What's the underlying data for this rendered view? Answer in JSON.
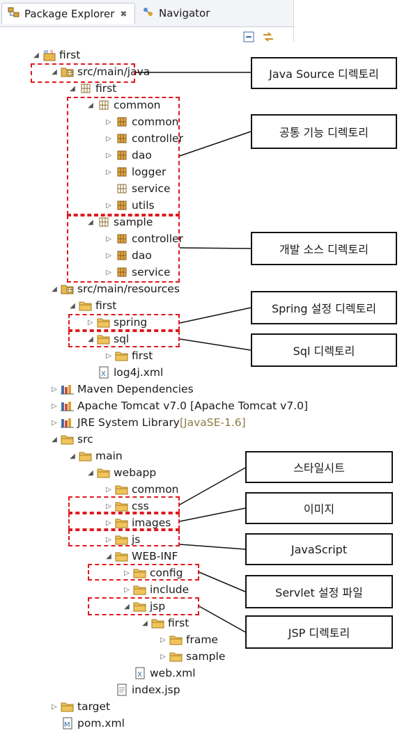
{
  "tabs": [
    {
      "label": "Package Explorer",
      "close": "✖",
      "icon": "package-explorer-icon"
    },
    {
      "label": "Navigator",
      "icon": "navigator-icon"
    }
  ],
  "tree": [
    {
      "label": "first",
      "suffix": "",
      "indent": 0,
      "arrow": "open",
      "icon": "project"
    },
    {
      "label": "src/main/java",
      "suffix": "",
      "indent": 1,
      "arrow": "open",
      "icon": "srcfolder"
    },
    {
      "label": "first",
      "suffix": "",
      "indent": 2,
      "arrow": "open",
      "icon": "package"
    },
    {
      "label": "common",
      "suffix": "",
      "indent": 3,
      "arrow": "open",
      "icon": "package"
    },
    {
      "label": "common",
      "suffix": "",
      "indent": 4,
      "arrow": "closed",
      "icon": "package-full"
    },
    {
      "label": "controller",
      "suffix": "",
      "indent": 4,
      "arrow": "closed",
      "icon": "package-full"
    },
    {
      "label": "dao",
      "suffix": "",
      "indent": 4,
      "arrow": "closed",
      "icon": "package-full"
    },
    {
      "label": "logger",
      "suffix": "",
      "indent": 4,
      "arrow": "closed",
      "icon": "package-full"
    },
    {
      "label": "service",
      "suffix": "",
      "indent": 4,
      "arrow": "none",
      "icon": "package"
    },
    {
      "label": "utils",
      "suffix": "",
      "indent": 4,
      "arrow": "closed",
      "icon": "package-full"
    },
    {
      "label": "sample",
      "suffix": "",
      "indent": 3,
      "arrow": "open",
      "icon": "package"
    },
    {
      "label": "controller",
      "suffix": "",
      "indent": 4,
      "arrow": "closed",
      "icon": "package-full"
    },
    {
      "label": "dao",
      "suffix": "",
      "indent": 4,
      "arrow": "closed",
      "icon": "package-full"
    },
    {
      "label": "service",
      "suffix": "",
      "indent": 4,
      "arrow": "closed",
      "icon": "package-full"
    },
    {
      "label": "src/main/resources",
      "suffix": "",
      "indent": 1,
      "arrow": "open",
      "icon": "srcfolder"
    },
    {
      "label": "first",
      "suffix": "",
      "indent": 2,
      "arrow": "open",
      "icon": "folder"
    },
    {
      "label": "spring",
      "suffix": "",
      "indent": 3,
      "arrow": "closed",
      "icon": "folder"
    },
    {
      "label": "sql",
      "suffix": "",
      "indent": 3,
      "arrow": "open",
      "icon": "folder"
    },
    {
      "label": "first",
      "suffix": "",
      "indent": 4,
      "arrow": "closed",
      "icon": "folder"
    },
    {
      "label": "log4j.xml",
      "suffix": "",
      "indent": 3,
      "arrow": "none",
      "icon": "xml"
    },
    {
      "label": "Maven Dependencies",
      "suffix": "",
      "indent": 1,
      "arrow": "closed",
      "icon": "library"
    },
    {
      "label": "Apache Tomcat v7.0 [Apache Tomcat v7.0]",
      "suffix": "",
      "indent": 1,
      "arrow": "closed",
      "icon": "library"
    },
    {
      "label": "JRE System Library ",
      "suffix": "[JavaSE-1.6]",
      "indent": 1,
      "arrow": "closed",
      "icon": "library"
    },
    {
      "label": "src",
      "suffix": "",
      "indent": 1,
      "arrow": "open",
      "icon": "folder"
    },
    {
      "label": "main",
      "suffix": "",
      "indent": 2,
      "arrow": "open",
      "icon": "folder"
    },
    {
      "label": "webapp",
      "suffix": "",
      "indent": 3,
      "arrow": "open",
      "icon": "folder"
    },
    {
      "label": "common",
      "suffix": "",
      "indent": 4,
      "arrow": "closed",
      "icon": "folder"
    },
    {
      "label": "css",
      "suffix": "",
      "indent": 4,
      "arrow": "closed",
      "icon": "folder"
    },
    {
      "label": "images",
      "suffix": "",
      "indent": 4,
      "arrow": "closed",
      "icon": "folder"
    },
    {
      "label": "js",
      "suffix": "",
      "indent": 4,
      "arrow": "closed",
      "icon": "folder"
    },
    {
      "label": "WEB-INF",
      "suffix": "",
      "indent": 4,
      "arrow": "open",
      "icon": "folder"
    },
    {
      "label": "config",
      "suffix": "",
      "indent": 5,
      "arrow": "closed",
      "icon": "folder"
    },
    {
      "label": "include",
      "suffix": "",
      "indent": 5,
      "arrow": "closed",
      "icon": "folder"
    },
    {
      "label": "jsp",
      "suffix": "",
      "indent": 5,
      "arrow": "open",
      "icon": "folder"
    },
    {
      "label": "first",
      "suffix": "",
      "indent": 6,
      "arrow": "open",
      "icon": "folder"
    },
    {
      "label": "frame",
      "suffix": "",
      "indent": 7,
      "arrow": "closed",
      "icon": "folder"
    },
    {
      "label": "sample",
      "suffix": "",
      "indent": 7,
      "arrow": "closed",
      "icon": "folder"
    },
    {
      "label": "web.xml",
      "suffix": "",
      "indent": 5,
      "arrow": "none",
      "icon": "xml"
    },
    {
      "label": "index.jsp",
      "suffix": "",
      "indent": 4,
      "arrow": "none",
      "icon": "file"
    },
    {
      "label": "target",
      "suffix": "",
      "indent": 1,
      "arrow": "closed",
      "icon": "folder"
    },
    {
      "label": "pom.xml",
      "suffix": "",
      "indent": 1,
      "arrow": "none",
      "icon": "maven"
    }
  ],
  "callouts": [
    "Java Source 디렉토리",
    "공통 기능 디렉토리",
    "개발 소스 디렉토리",
    "Spring 설정 디렉토리",
    "Sql 디렉토리",
    "스타일시트",
    "이미지",
    "JavaScript",
    "Servlet 설정 파일",
    "JSP 디렉토리"
  ],
  "colors": {
    "highlight_border": "#e0181d",
    "folder": "#e8b84a",
    "package": "#b07a2a",
    "library": "#4a6fa5"
  }
}
